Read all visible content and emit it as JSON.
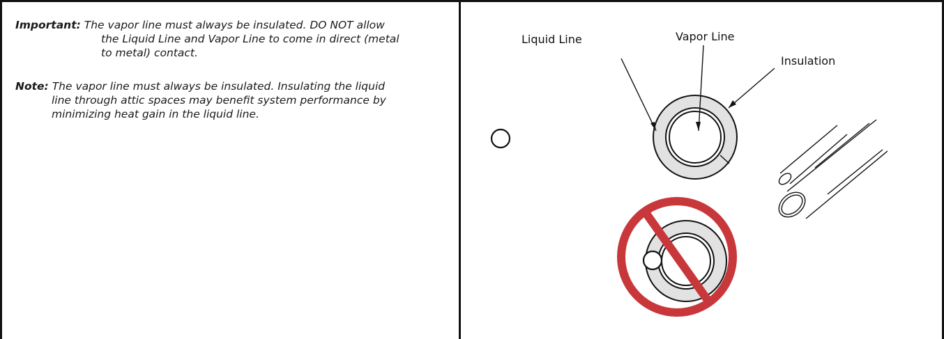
{
  "important": {
    "lead": "Important:",
    "line1": "The vapor line must always be insulated. DO NOT allow",
    "line2": "the Liquid Line and Vapor Line to come in direct (metal",
    "line3": "to metal) contact."
  },
  "note": {
    "lead": "Note:",
    "line1": "The vapor line must always be insulated. Insulating the liquid",
    "line2": "line through attic spaces may benefit system performance by",
    "line3": "minimizing heat gain in the liquid line."
  },
  "diagram": {
    "labels": {
      "liquid_line": "Liquid Line",
      "vapor_line": "Vapor Line",
      "insulation": "Insulation"
    },
    "colors": {
      "insulation_fill": "#e2e2e2",
      "prohibited_sign": "#c8383b",
      "stroke": "#111111"
    }
  }
}
